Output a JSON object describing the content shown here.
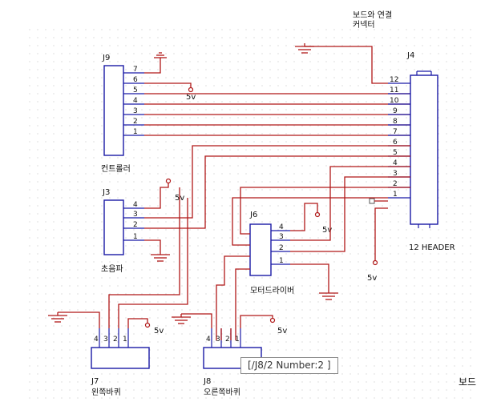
{
  "title_line1": "보드와 연결",
  "title_line2": "커넥터",
  "board_label": "보드",
  "tooltip": "[/J8/2 Number:2 ]",
  "vcc_label": "5v",
  "components": {
    "j9": {
      "ref": "J9",
      "name": "컨트롤러",
      "pins": [
        "7",
        "6",
        "5",
        "4",
        "3",
        "2",
        "1"
      ]
    },
    "j3": {
      "ref": "J3",
      "name": "초음파",
      "pins": [
        "4",
        "3",
        "2",
        "1"
      ]
    },
    "j6": {
      "ref": "J6",
      "name": "모터드라이버",
      "pins": [
        "4",
        "3",
        "2",
        "1"
      ]
    },
    "j4": {
      "ref": "J4",
      "name": "12 HEADER",
      "pins": [
        "12",
        "11",
        "10",
        "9",
        "8",
        "7",
        "6",
        "5",
        "4",
        "3",
        "2",
        "1"
      ]
    },
    "j7": {
      "ref": "J7",
      "name": "왼쪽바퀴",
      "pins": [
        "4",
        "3",
        "2",
        "1"
      ]
    },
    "j8": {
      "ref": "J8",
      "name": "오른쪽바퀴",
      "pins": [
        "4",
        "3",
        "2",
        "1"
      ]
    }
  },
  "colors": {
    "wire": "#b01818",
    "component": "#1a1aa6",
    "grid_dot": "#c8c8c8"
  }
}
